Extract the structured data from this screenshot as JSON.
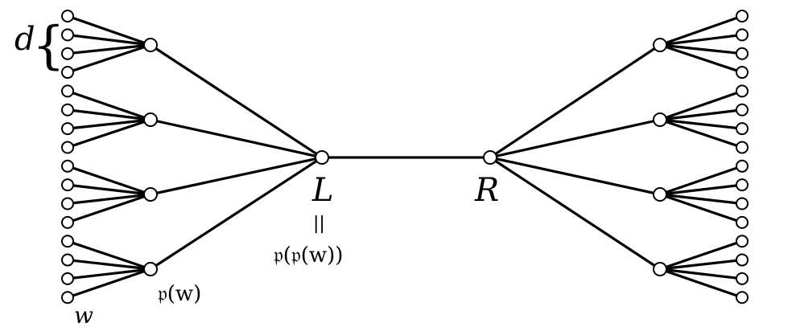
{
  "graph": {
    "left_label": "L",
    "right_label": "R",
    "equals_sign": "||",
    "left_alias": "𝔭(𝔭(w))",
    "parent_label": "𝔭(w)",
    "leaf_label": "w",
    "degree_label": "d",
    "degree_brace": "{",
    "branching": 4,
    "children_per_side": 4
  }
}
